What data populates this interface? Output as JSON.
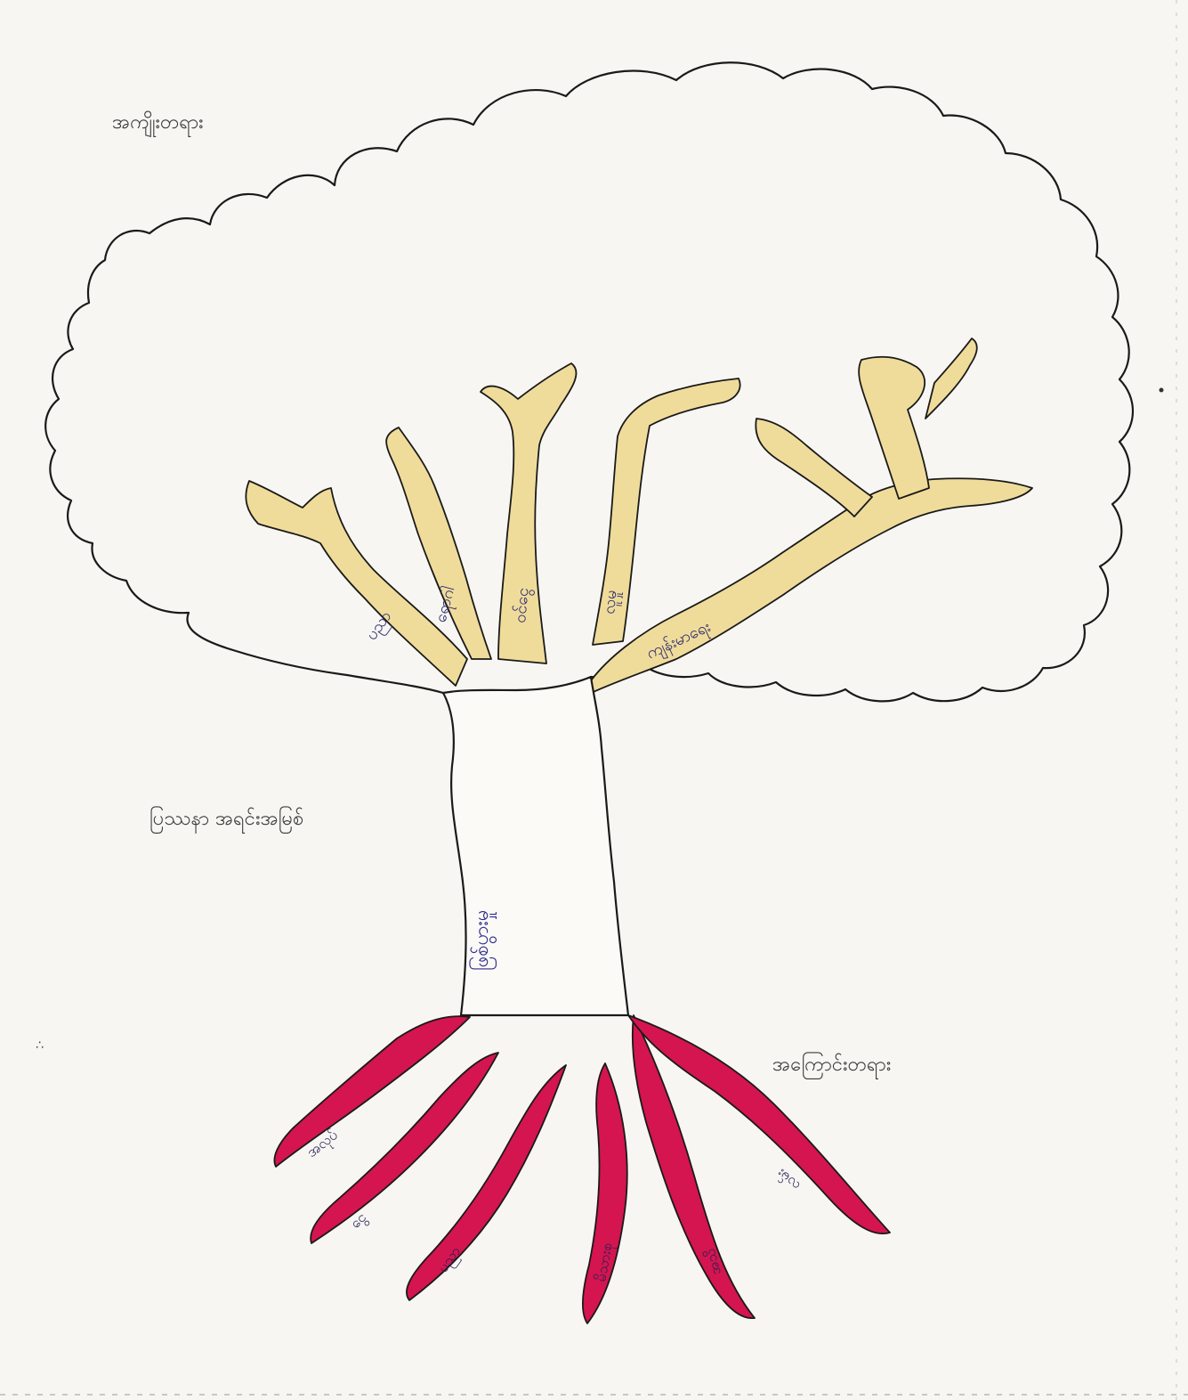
{
  "section_labels": {
    "effects": "အကျိုးတရား",
    "core_problem": "ပြဿနာ အရင်းအမြစ်",
    "causes": "အကြောင်းတရား"
  },
  "colors": {
    "outline": "#1a1a1a",
    "branches_fill": "#f0dc9a",
    "roots_fill": "#d4154f",
    "trunk_fill": "#fbfaf6",
    "handwriting": "#2e2a8c"
  },
  "tree": {
    "crown": "outline",
    "trunk": "outline",
    "branches": "yellow",
    "roots": "red"
  }
}
